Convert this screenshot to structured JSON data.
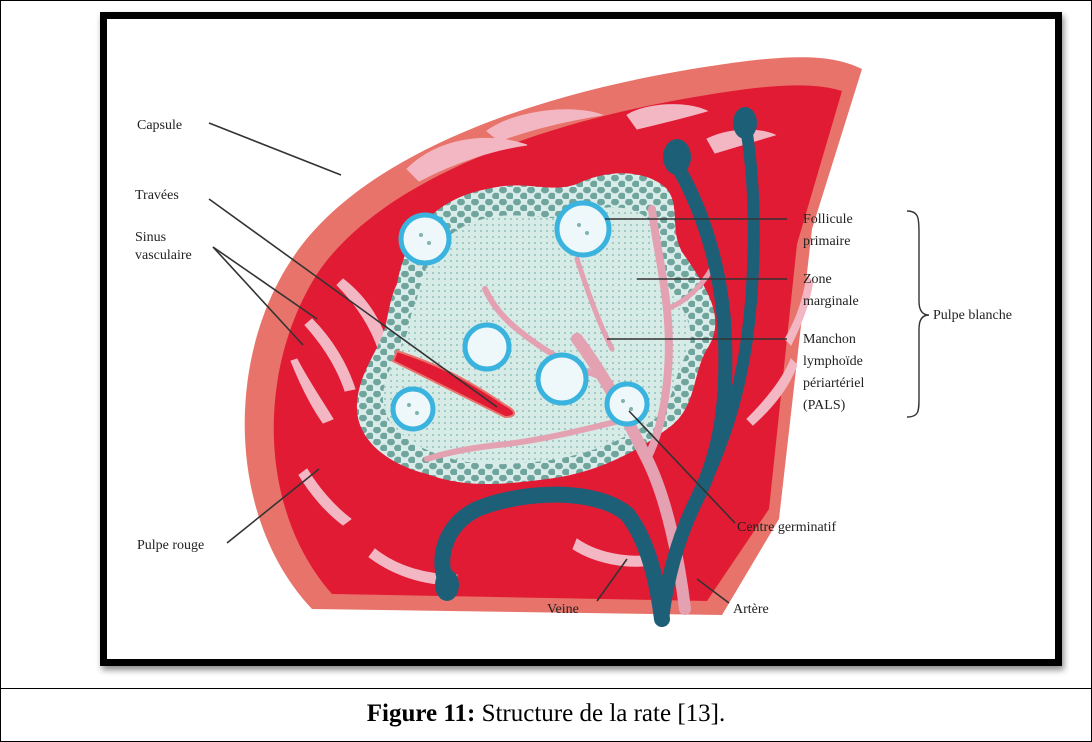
{
  "figure": {
    "labels": {
      "capsule": "Capsule",
      "travees": "Travées",
      "sinus_1": "Sinus",
      "sinus_2": "vasculaire",
      "pulpe_rouge": "Pulpe rouge",
      "follicule_1": "Follicule",
      "follicule_2": "primaire",
      "zone_1": "Zone",
      "zone_2": "marginale",
      "manchon_1": "Manchon",
      "manchon_2": "lymphoïde",
      "manchon_3": "périartériel",
      "manchon_4": "(PALS)",
      "pulpe_blanche": "Pulpe blanche",
      "centre": "Centre germinatif",
      "veine": "Veine",
      "artere": "Artère"
    },
    "colors": {
      "capsule": "#e8736a",
      "red_pulp": "#e21b34",
      "white_pulp": "#d9ecea",
      "lymphocyte": "#6fa59c",
      "vein": "#1e5f78",
      "artery": "#e3a1b2",
      "follicle": "#3ab3de"
    }
  },
  "caption": {
    "label": "Figure 11:",
    "text": " Structure de la rate [13]."
  }
}
